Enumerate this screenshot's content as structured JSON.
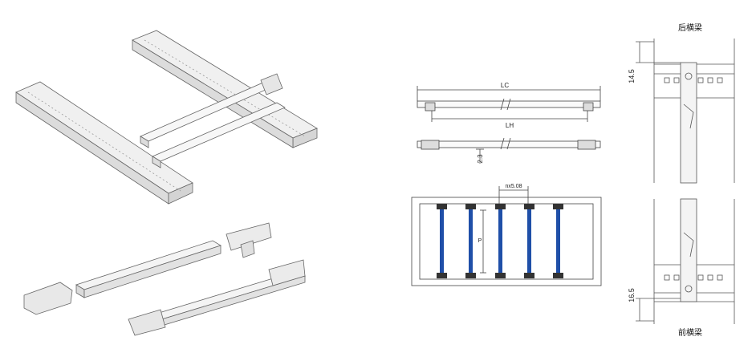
{
  "drawing": {
    "side_view": {
      "top_dim_label": "LC",
      "bottom_dim_label": "LH",
      "height_dim_label": "2.3"
    },
    "top_view": {
      "spacing_label": "nx5.08",
      "span_label": "P"
    },
    "section_view": {
      "rear_beam_label": "后横梁",
      "front_beam_label": "前横梁",
      "top_offset_label": "14.5",
      "bottom_offset_label": "16.5"
    },
    "colors": {
      "line": "#555555",
      "rail_blue": "#1f4fa8",
      "iso_fill": "#e9e9e9"
    }
  }
}
